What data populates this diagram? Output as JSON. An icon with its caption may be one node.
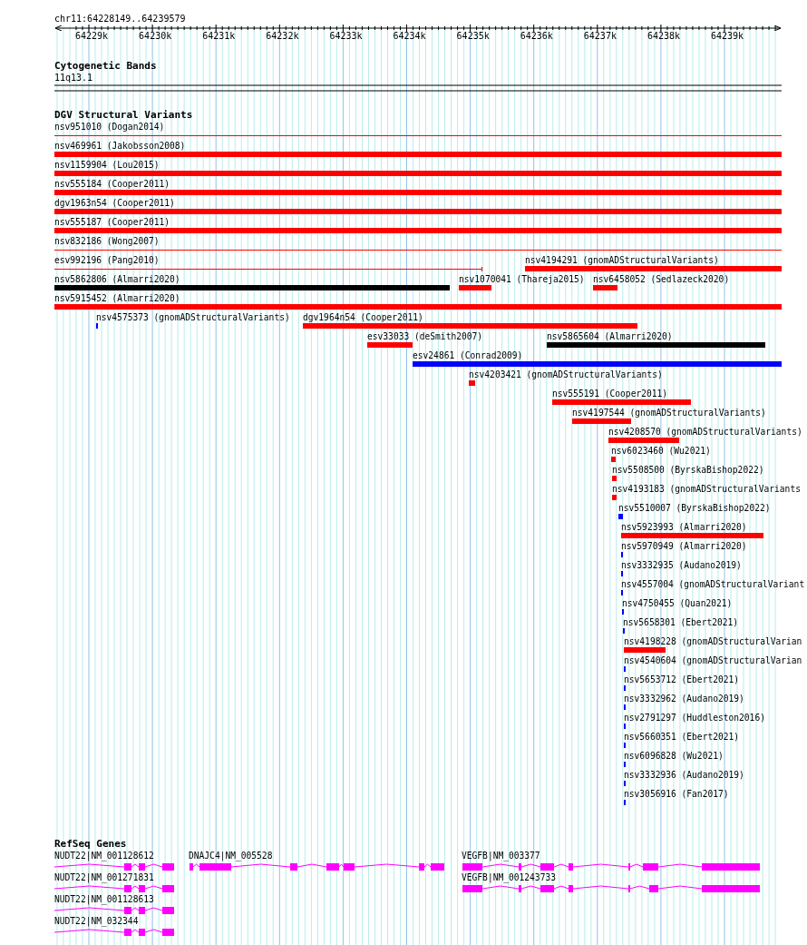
{
  "diagram": {
    "nodes": [
      {
        "text": [
          "nsv951010 (Dogan2014)"
        ]
      },
      {
        "text": [
          "nsv469961 (Jakobsson2008)"
        ]
      },
      {
        "text": [
          "nsv1159904 (Lou2015)"
        ]
      },
      {
        "text": [
          "nsv555184 (Cooper2011)"
        ]
      },
      {
        "text": [
          "dgv1963n54 (Cooper2011)"
        ]
      },
      {
        "text": [
          "nsv555187 (Cooper2011)"
        ]
      },
      {
        "text": [
          "nsv832186 (Wong2007)"
        ]
      },
      {
        "text": [
          "esv992196 (Pang2010)"
        ]
      },
      {
        "text": [
          "nsv4194291 (gnomADStructuralVariants)"
        ]
      },
      {
        "text": [
          "nsv5862806 (Almarri2020)"
        ]
      },
      {
        "text": [
          "nsv1070041 (Thareja2015)"
        ]
      },
      {
        "text": [
          "nsv6458052 (Sedlazeck2020)"
        ]
      },
      {
        "text": [
          "nsv5915452 (Almarri2020)"
        ]
      },
      {
        "text": [
          "nsv4575373 (gnomADStructuralVariants)"
        ]
      },
      {
        "text": [
          "dgv1964n54 (Cooper2011)"
        ]
      },
      {
        "text": [
          "esv33033 (deSmith2007)"
        ]
      },
      {
        "text": [
          "nsv5865604 (Almarri2020)"
        ]
      },
      {
        "text": [
          "esv24861 (Conrad2009)"
        ]
      },
      {
        "text": [
          "nsv4203421 (gnomADStructuralVariants)"
        ]
      },
      {
        "text": [
          "nsv555191 (Cooper2011)"
        ]
      },
      {
        "text": [
          "nsv4197544 (gnomADStructuralVariants)"
        ]
      },
      {
        "text": [
          "nsv4208570 (gnomADStructuralVariants)"
        ]
      },
      {
        "text": [
          "nsv6023460 (Wu2021)"
        ]
      },
      {
        "text": [
          "nsv5508500 (ByrskaBishop2022)"
        ]
      },
      {
        "text": [
          "nsv4193183 (gnomADStructuralVariants"
        ]
      },
      {
        "text": [
          "nsv5510007 (ByrskaBishop2022)"
        ]
      },
      {
        "text": [
          "nsv5923993 (Almarri2020)"
        ]
      },
      {
        "text": [
          "nsv5970949 (Almarri2020)"
        ]
      },
      {
        "text": [
          "nsv3332935 (Audano2019)"
        ]
      },
      {
        "text": [
          "nsv4557004 (gnomADStructuralVariant"
        ]
      },
      {
        "text": [
          "nsv4750455 (Quan2021)"
        ]
      },
      {
        "text": [
          "nsv5658301 (Ebert2021)"
        ]
      },
      {
        "text": [
          "nsv4198228 (gnomADStructuralVarian"
        ]
      },
      {
        "text": [
          "nsv4540604 (gnomADStructuralVarian"
        ]
      },
      {
        "text": [
          "nsv5653712 (Ebert2021)"
        ]
      },
      {
        "text": [
          "nsv3332962 (Audano2019)"
        ]
      },
      {
        "text": [
          "nsv2791297 (Huddleston2016)"
        ]
      },
      {
        "text": [
          "nsv5660351 (Ebert2021)"
        ]
      },
      {
        "text": [
          "nsv6096828 (Wu2021)"
        ]
      },
      {
        "text": [
          "nsv3332936 (Audano2019)"
        ]
      },
      {
        "text": [
          "nsv3056916 (Fan2017)"
        ]
      },
      {
        "text": [
          "NUDT22|NM_001128612"
        ]
      },
      {
        "text": [
          "DNAJC4|NM_005528"
        ]
      },
      {
        "text": [
          "VEGFB|NM_003377"
        ]
      },
      {
        "text": [
          "NUDT22|NM_001271831"
        ]
      },
      {
        "text": [
          "VEGFB|NM_001243733"
        ]
      },
      {
        "text": [
          "NUDT22|NM_001128613"
        ]
      },
      {
        "text": [
          "NUDT22|NM_032344"
        ]
      }
    ],
    "labels": [
      "chr11:64228149..64239579",
      "64229k",
      "64230k",
      "64231k",
      "64232k",
      "64233k",
      "64234k",
      "64235k",
      "64236k",
      "64237k",
      "64238k",
      "64239k",
      "Cytogenetic Bands",
      "11q13.1",
      "DGV Structural Variants",
      "RefSeq Genes"
    ]
  }
}
